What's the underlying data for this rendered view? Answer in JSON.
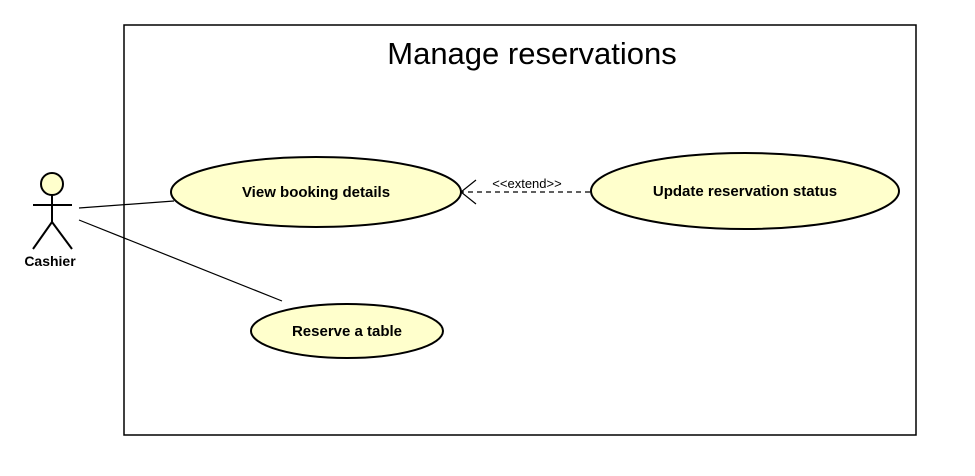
{
  "diagram": {
    "type": "uml-use-case",
    "system": {
      "title": "Manage reservations"
    },
    "actors": [
      {
        "label": "Cashier"
      }
    ],
    "use_cases": [
      {
        "label": "View booking details"
      },
      {
        "label": "Update reservation status"
      },
      {
        "label": "Reserve a table"
      }
    ],
    "relationships": [
      {
        "kind": "association",
        "from": "Cashier",
        "to": "View booking details"
      },
      {
        "kind": "association",
        "from": "Cashier",
        "to": "Reserve a table"
      },
      {
        "kind": "extend",
        "from": "Update reservation status",
        "to": "View booking details",
        "label": "<<extend>>"
      }
    ],
    "colors": {
      "usecase_fill": "#ffffcc",
      "stroke": "#000000",
      "background": "#ffffff"
    }
  }
}
